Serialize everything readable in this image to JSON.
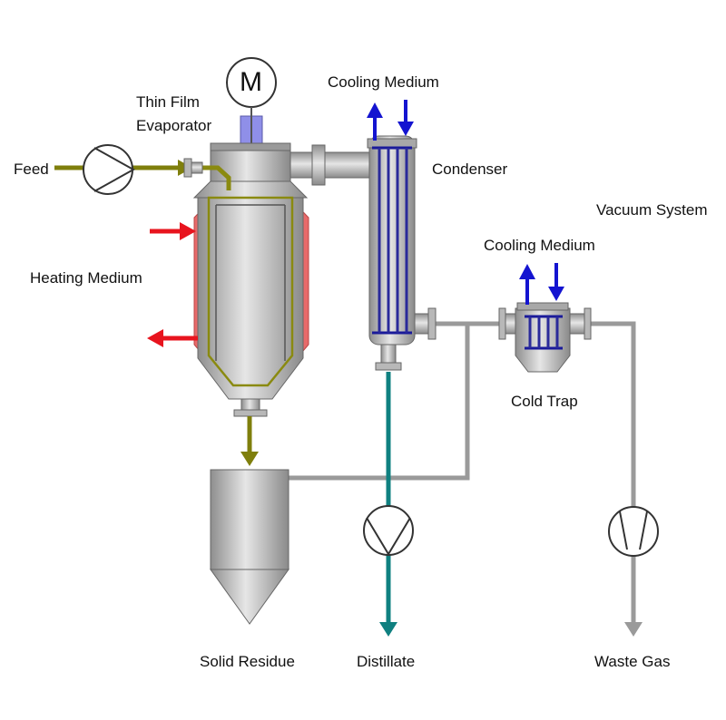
{
  "labels": {
    "thin_film_evaporator_line1": "Thin Film",
    "thin_film_evaporator_line2": "Evaporator",
    "motor": "M",
    "feed": "Feed",
    "heating_medium": "Heating Medium",
    "cooling_medium_condenser": "Cooling Medium",
    "condenser": "Condenser",
    "vacuum_system": "Vacuum System",
    "cooling_medium_trap": "Cooling Medium",
    "cold_trap": "Cold Trap",
    "solid_residue": "Solid Residue",
    "distillate": "Distillate",
    "waste_gas": "Waste Gas"
  },
  "colors": {
    "steel": "#c2c2c2",
    "steel_dark": "#808080",
    "feed_line": "#7f7f0c",
    "heating": "#e86a6a",
    "heating_arrow": "#e8141e",
    "cooling_arrow": "#1414d0",
    "distillate_line": "#0f8080",
    "vacuum_line": "#9a9a9a",
    "motor_coupling": "#8f8fe8"
  }
}
